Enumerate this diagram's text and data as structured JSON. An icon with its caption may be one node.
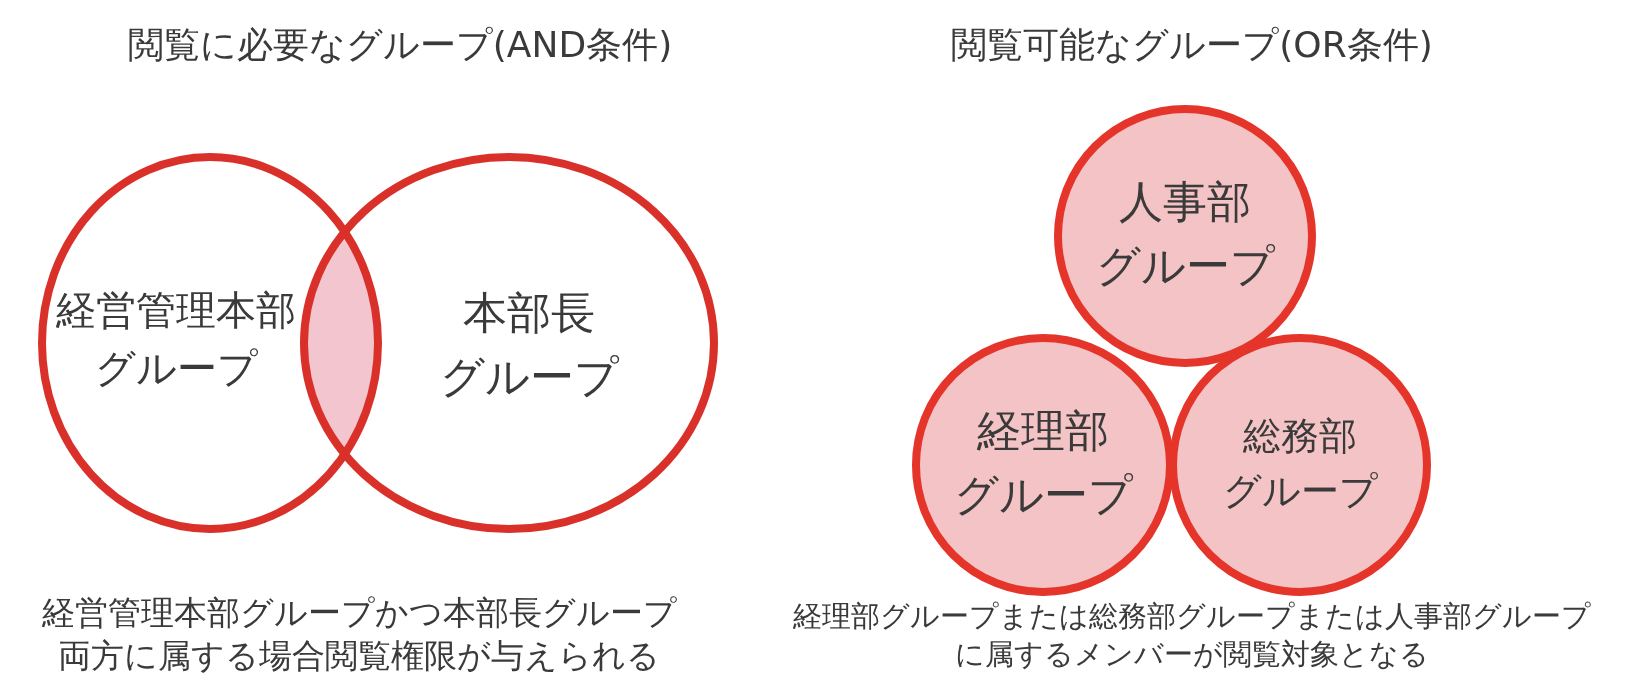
{
  "diagram": {
    "nodes": [
      {
        "text": [
          "経営管理本部グループ"
        ]
      },
      {
        "text": [
          "本部長グループ"
        ]
      },
      {
        "text": [],
        "shape": "lens"
      },
      {
        "text": [
          "人事部グループ"
        ]
      },
      {
        "text": [
          "経理部グループ"
        ]
      },
      {
        "text": [
          "総務部グループ"
        ]
      }
    ],
    "labels": [
      "閲覧に必要なグループ(AND条件)",
      "閲覧可能なグループ(OR条件)",
      "経営管理本部グループかつ本部長グループ両方に属する場合閲覧権限が与えられる",
      "経理部グループまたは総務部グループまたは人事部グループに属するメンバーが閲覧対象となる"
    ]
  }
}
